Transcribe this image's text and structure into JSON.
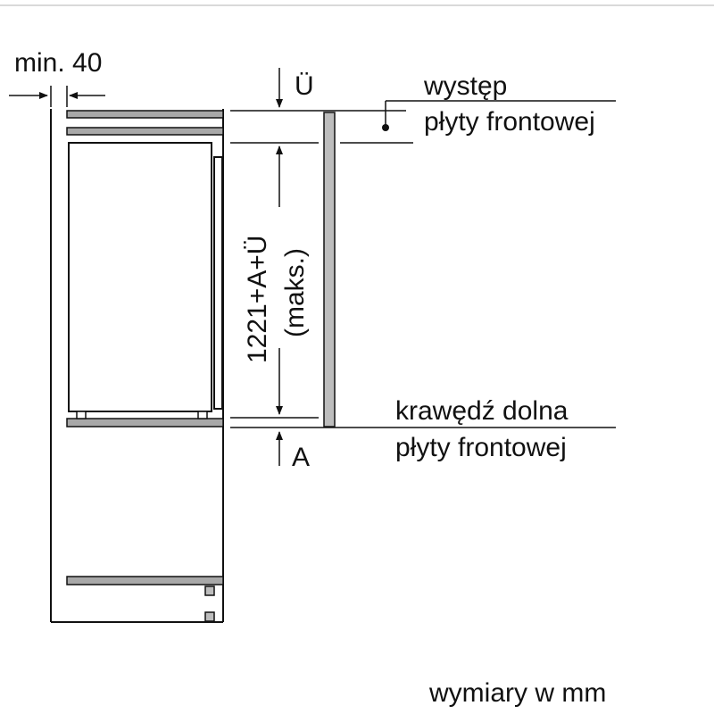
{
  "labels": {
    "min_gap": "min. 40",
    "u_symbol": "Ü",
    "a_symbol": "A",
    "height_formula": "1221+A+Ü",
    "height_qualifier": "(maks.)",
    "overhang_line1": "występ",
    "overhang_line2": "płyty frontowej",
    "bottom_edge_line1": "krawędź dolna",
    "bottom_edge_line2": "płyty frontowej",
    "units_note": "wymiary w mm"
  },
  "colors": {
    "line": "#111111",
    "shelf_fill": "#a8a8a8",
    "panel_fill": "#bdbdbd",
    "top_rule": "#d9d9d9"
  }
}
